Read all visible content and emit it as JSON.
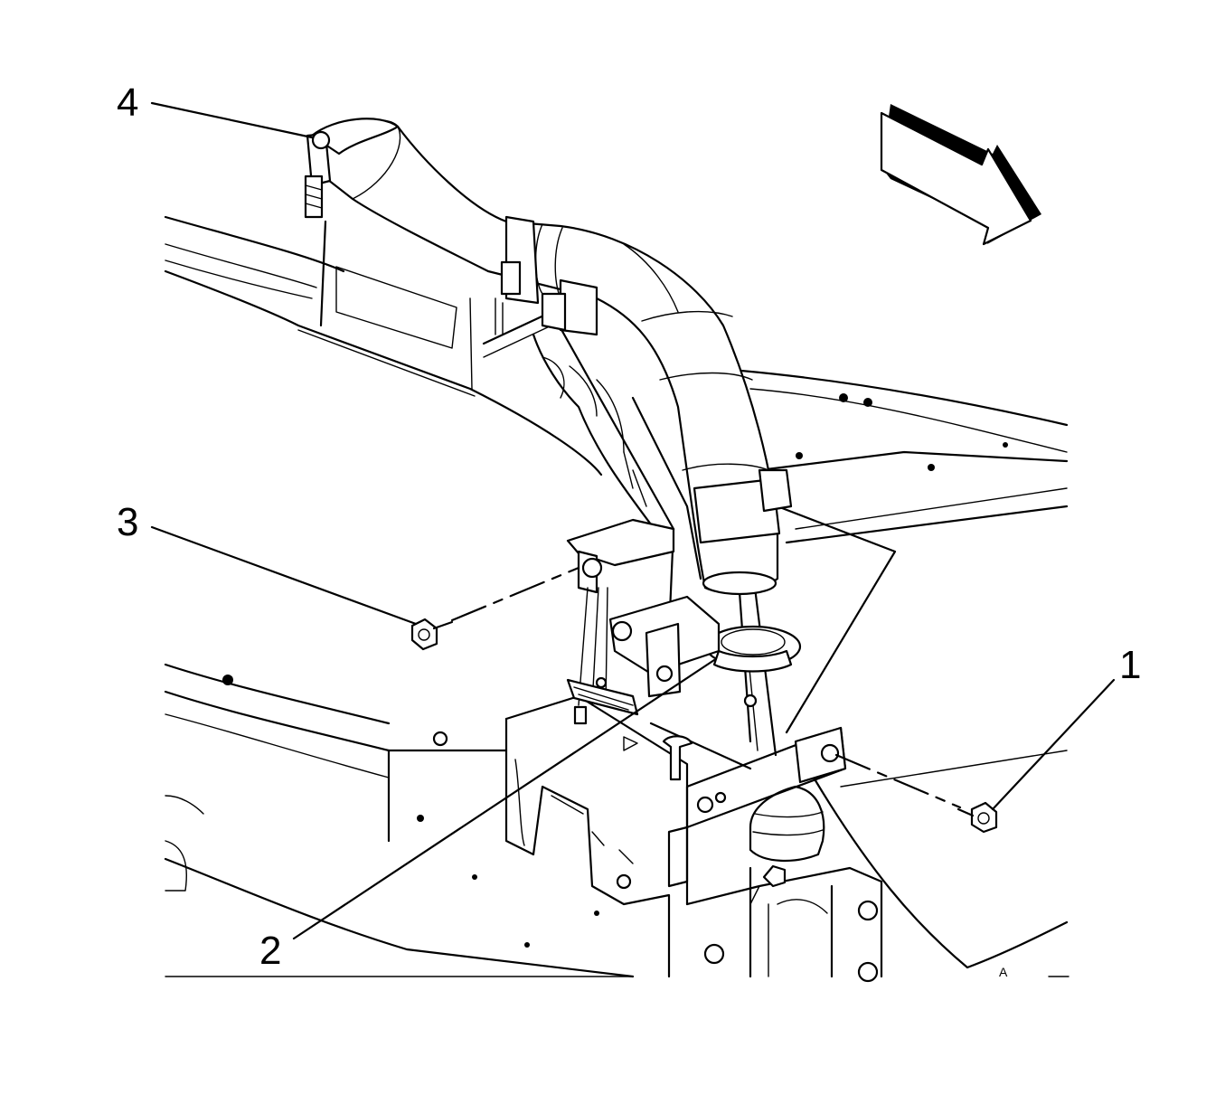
{
  "callouts": {
    "one": "1",
    "two": "2",
    "three": "3",
    "four": "4"
  },
  "small_marks": {
    "a": "A"
  },
  "colors": {
    "line": "#000000",
    "background": "#ffffff"
  },
  "icons": {
    "direction": "forward-arrow-icon"
  }
}
